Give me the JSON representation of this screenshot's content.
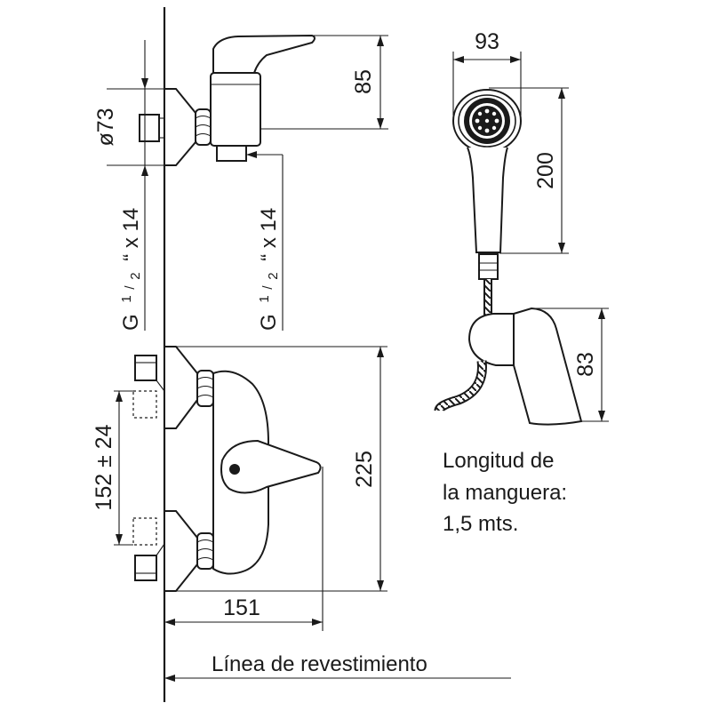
{
  "dimensions": {
    "mixer_height": "85",
    "escutcheon_diameter": "ø73",
    "shower_head_width": "93",
    "shower_head_length": "200",
    "holder_height": "83",
    "center_distance": "152 ± 24",
    "mixer_body_height": "225",
    "mixer_depth": "151"
  },
  "thread_left": {
    "g": "G",
    "num": "1",
    "den": "2",
    "rest": "“ x 14"
  },
  "thread_right": {
    "g": "G",
    "num": "1",
    "den": "2",
    "rest": "“ x 14"
  },
  "hose_note": {
    "line1": "Longitud de",
    "line2": "la manguera:",
    "line3": "1,5 mts."
  },
  "wall_label": "Línea de revestimiento"
}
